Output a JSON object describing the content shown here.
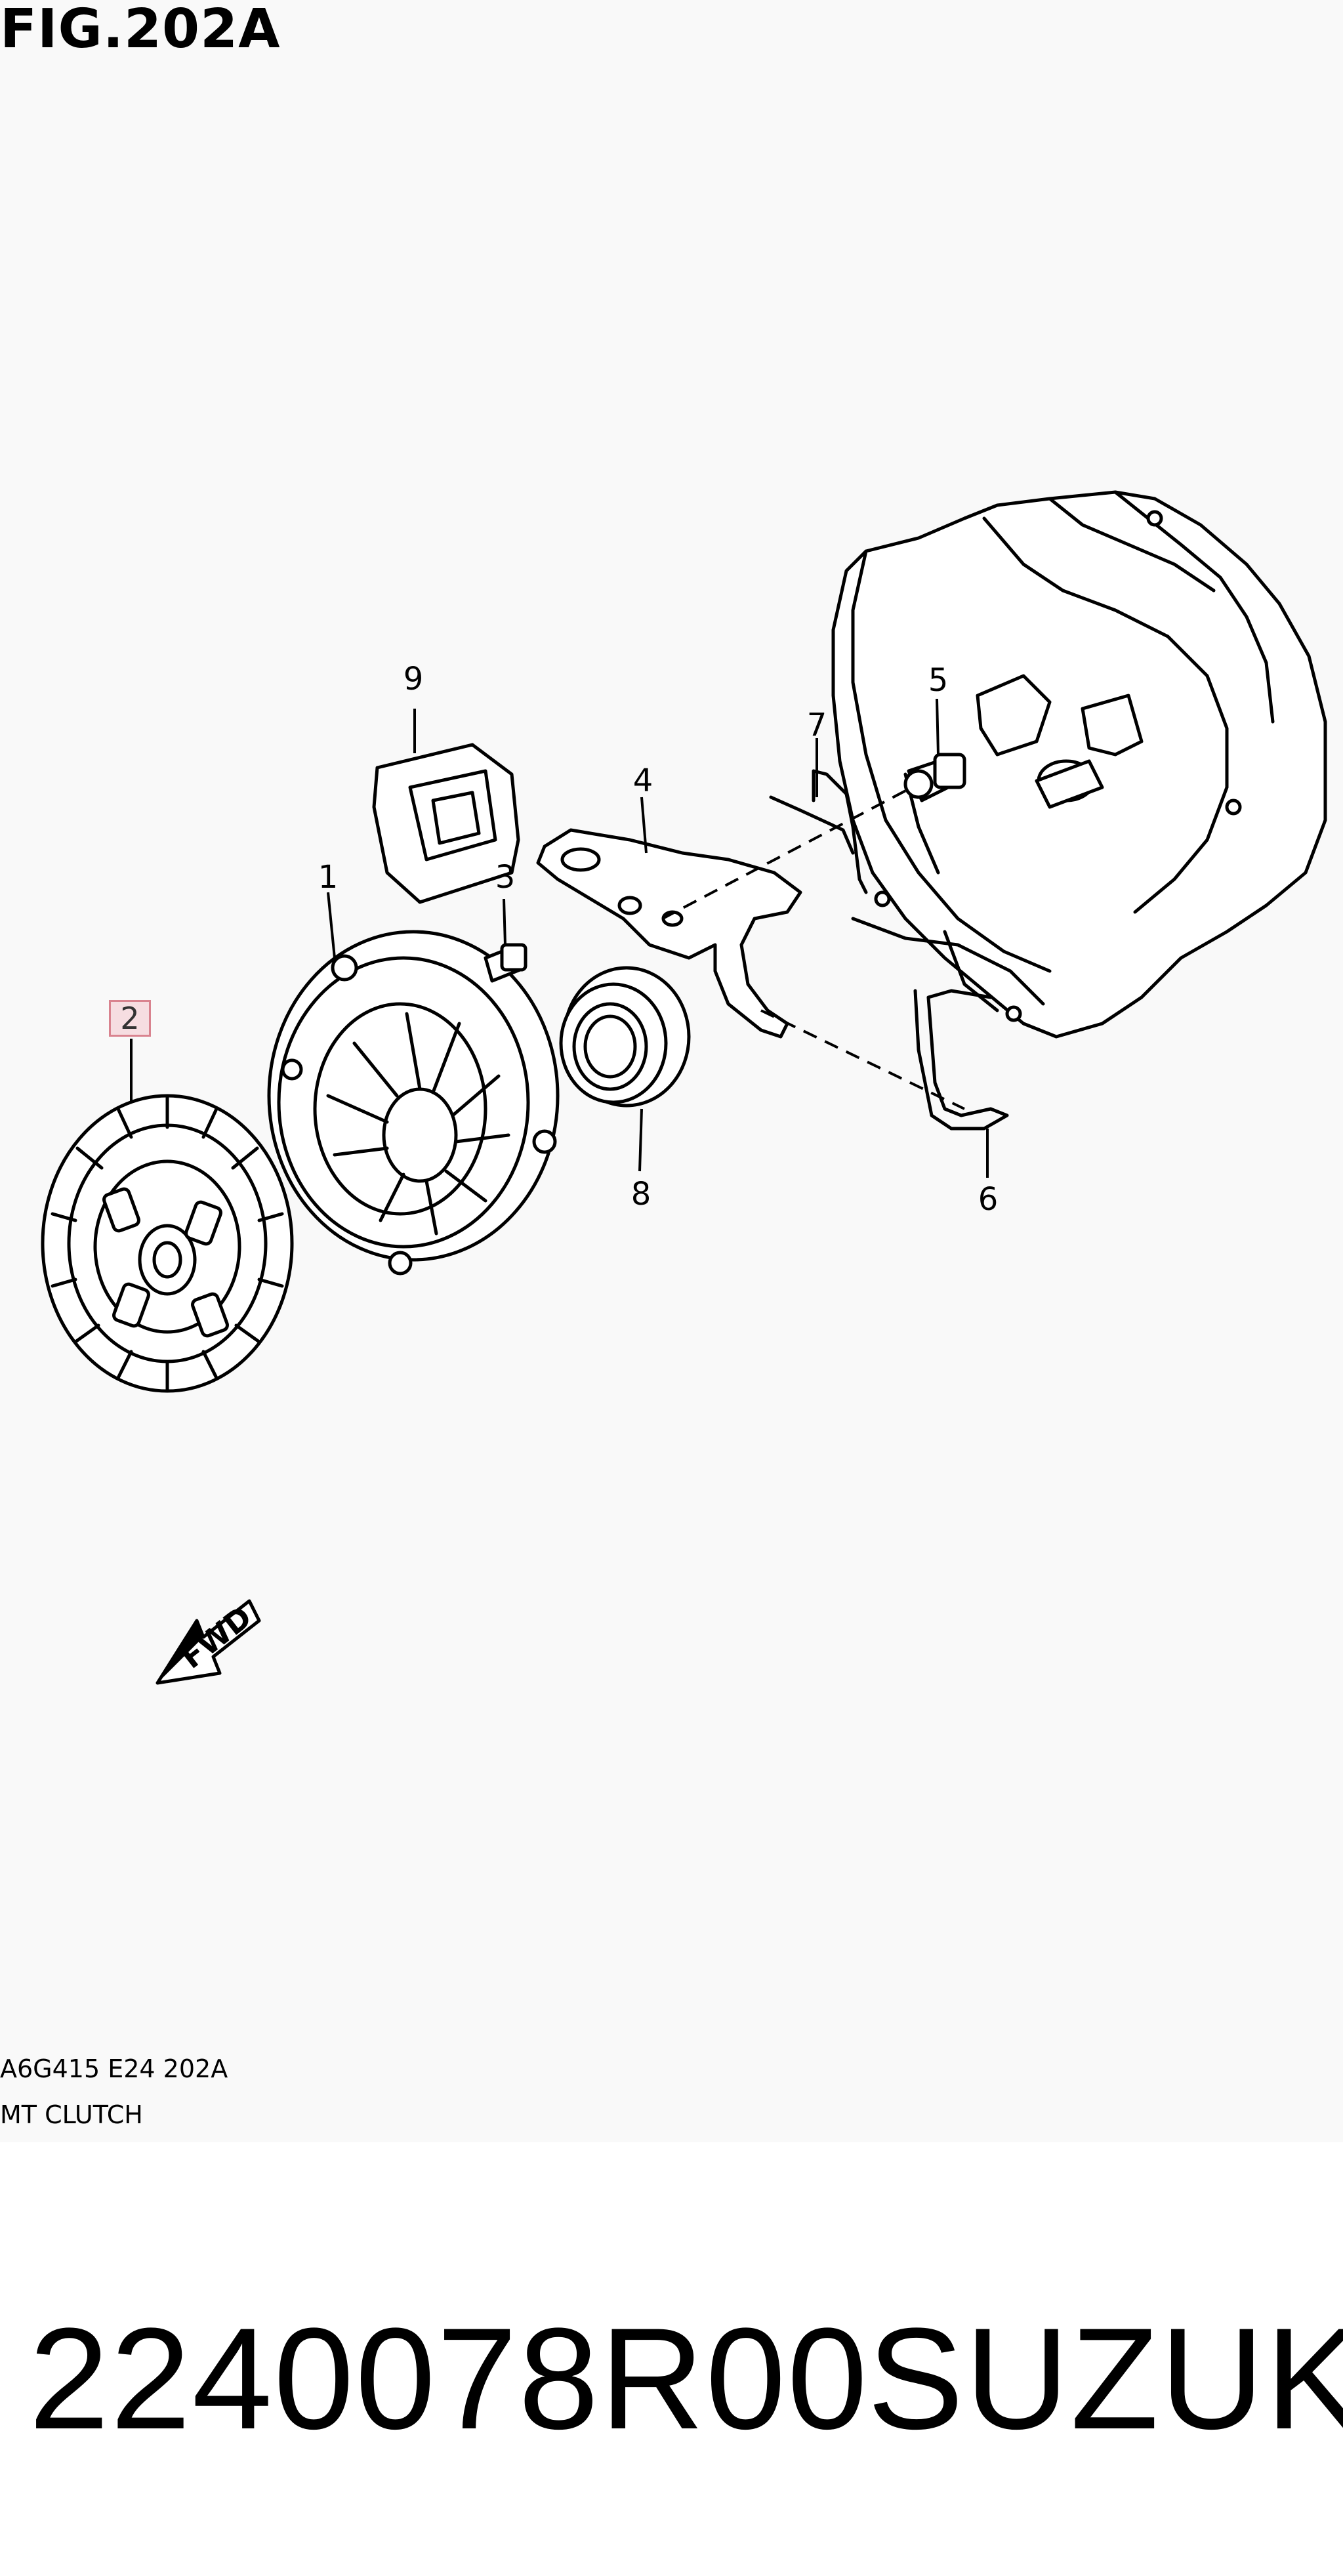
{
  "figure": {
    "title": "FIG.202A"
  },
  "callouts": {
    "c1": "1",
    "c2": "2",
    "c3": "3",
    "c4": "4",
    "c5": "5",
    "c6": "6",
    "c7": "7",
    "c8": "8",
    "c9": "9"
  },
  "direction_arrow": {
    "text": "FWD"
  },
  "caption": {
    "code": "A6G415 E24 202A",
    "name": "MT CLUTCH"
  },
  "footer": {
    "part_number": "2240078R00",
    "brand": "SUZUKI"
  },
  "colors": {
    "sheet_background": "#f9f9f9",
    "highlight_fill": "#f6dde1",
    "highlight_border": "#d9838f"
  },
  "icons": {
    "direction": "fwd-arrow-icon"
  }
}
